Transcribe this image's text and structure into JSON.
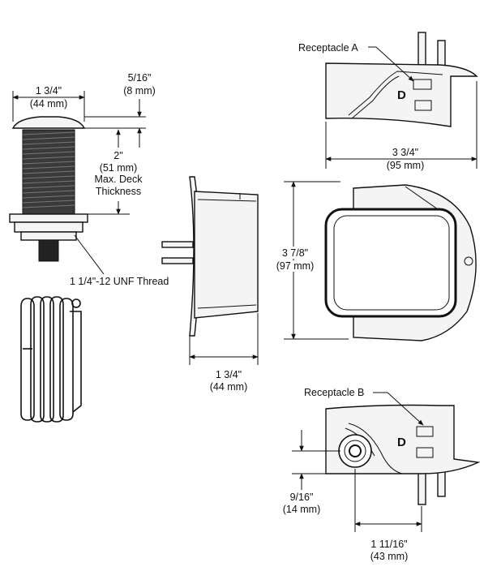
{
  "labels": {
    "receptacle_a": "Receptacle A",
    "receptacle_b": "Receptacle B",
    "thread": "1 1/4\"-12 UNF Thread",
    "deck_thickness": [
      "2\"",
      "(51 mm)",
      "Max. Deck",
      "Thickness"
    ]
  },
  "dimensions": {
    "button_width": [
      "1 3/4\"",
      "(44 mm)"
    ],
    "button_cap": [
      "5/16\"",
      "(8 mm)"
    ],
    "side_depth": [
      "1 3/4\"",
      "(44 mm)"
    ],
    "top_width": [
      "3 3/4\"",
      "(95 mm)"
    ],
    "front_height": [
      "3 7/8\"",
      "(97 mm)"
    ],
    "port_height": [
      "9/16\"",
      "(14 mm)"
    ],
    "port_offset": [
      "1 11/16\"",
      "(43 mm)"
    ]
  }
}
